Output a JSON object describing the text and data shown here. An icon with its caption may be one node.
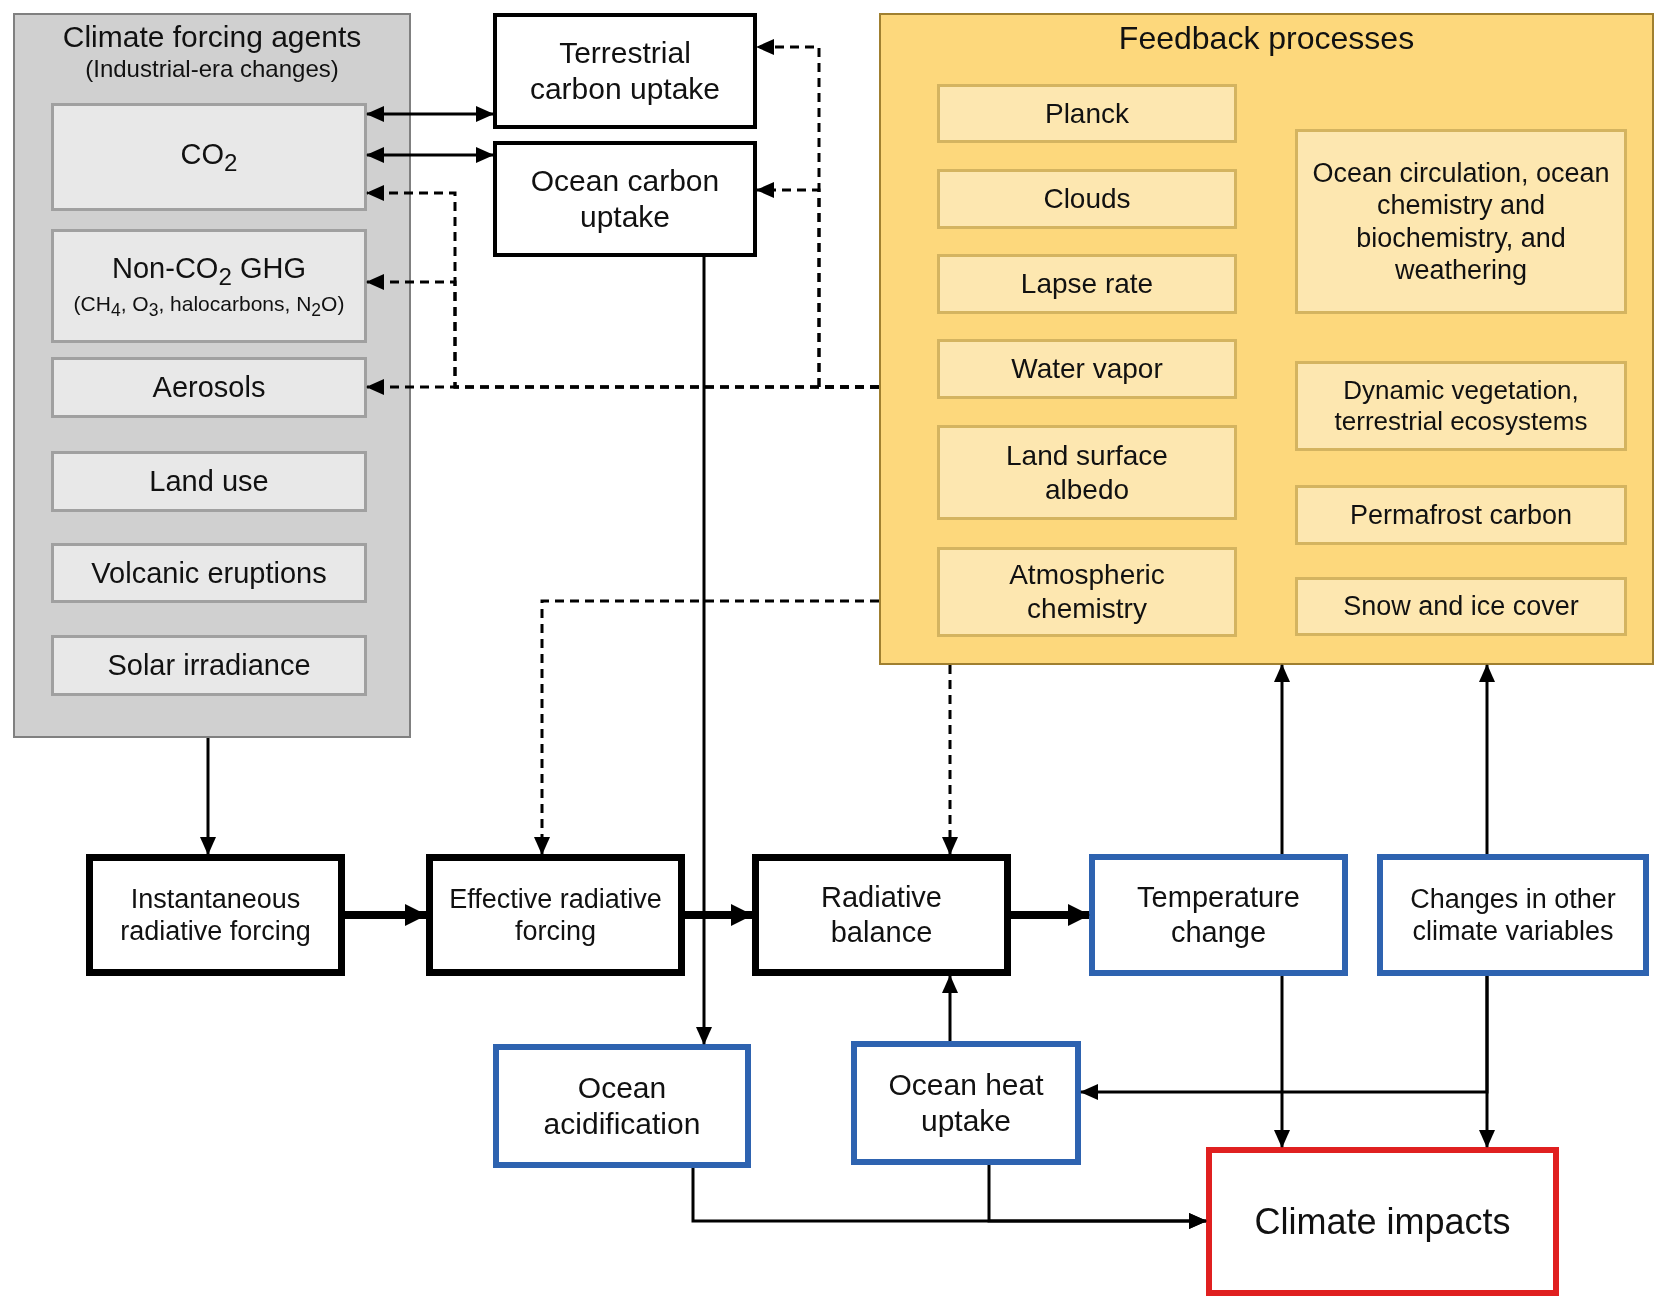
{
  "diagram": {
    "nodes": [
      {
        "text": [
          "Climate forcing agents",
          "(Industrial-era changes)"
        ]
      },
      {
        "text": [
          "CO$_{2}$"
        ],
        "in": 0
      },
      {
        "text": [
          "Non-CO$_{2}$ GHG",
          "(CH$_{4}$, O$_{3}$, halocarbons, N$_{2}$O)"
        ],
        "in": 0
      },
      {
        "text": [
          "Aerosols"
        ],
        "in": 0
      },
      {
        "text": [
          "Land use"
        ],
        "in": 0
      },
      {
        "text": [
          "Volcanic eruptions"
        ],
        "in": 0
      },
      {
        "text": [
          "Solar irradiance"
        ],
        "in": 0
      },
      {
        "text": [
          "Terrestrial carbon uptake"
        ]
      },
      {
        "text": [
          "Ocean carbon uptake"
        ]
      },
      {
        "text": [
          "Feedback processes"
        ]
      },
      {
        "text": [
          "Planck"
        ],
        "in": 9
      },
      {
        "text": [
          "Clouds"
        ],
        "in": 9
      },
      {
        "text": [
          "Lapse rate"
        ],
        "in": 9
      },
      {
        "text": [
          "Water vapor"
        ],
        "in": 9
      },
      {
        "text": [
          "Land surface albedo"
        ],
        "in": 9
      },
      {
        "text": [
          "Atmospheric chemistry"
        ],
        "in": 9
      },
      {
        "text": [
          "Ocean circulation, ocean chemistry and biochemistry, and weathering"
        ],
        "in": 9
      },
      {
        "text": [
          "Dynamic vegetation, terrestrial ecosystems"
        ],
        "in": 9
      },
      {
        "text": [
          "Permafrost carbon"
        ],
        "in": 9
      },
      {
        "text": [
          "Snow and ice cover"
        ],
        "in": 9
      },
      {
        "text": [
          "Instantaneous radiative forcing"
        ]
      },
      {
        "text": [
          "Effective radiative forcing"
        ]
      },
      {
        "text": [
          "Radiative balance"
        ]
      },
      {
        "text": [
          "Temperature change"
        ]
      },
      {
        "text": [
          "Changes in other climate variables"
        ]
      },
      {
        "text": [
          "Ocean acidification"
        ]
      },
      {
        "text": [
          "Ocean heat uptake"
        ]
      },
      {
        "text": [
          "Climate impacts"
        ]
      }
    ],
    "edges": [
      {
        "from": 1,
        "to": 7,
        "arrow": "both"
      },
      {
        "from": 1,
        "to": 8,
        "arrow": "both"
      },
      {
        "from": 9,
        "to": 1,
        "arrow": "to",
        "style": "dashed"
      },
      {
        "from": 9,
        "to": 2,
        "arrow": "to",
        "style": "dashed"
      },
      {
        "from": 9,
        "to": 3,
        "arrow": "to",
        "style": "dashed"
      },
      {
        "from": 9,
        "to": 7,
        "arrow": "to",
        "style": "dashed"
      },
      {
        "from": 9,
        "to": 8,
        "arrow": "to",
        "style": "dashed"
      },
      {
        "from": 9,
        "to": 21,
        "arrow": "to",
        "style": "dashed"
      },
      {
        "from": 9,
        "to": 22,
        "arrow": "to",
        "style": "dashed"
      },
      {
        "from": 0,
        "to": 20,
        "arrow": "to"
      },
      {
        "from": 20,
        "to": 21,
        "arrow": "to",
        "style": "thick"
      },
      {
        "from": 21,
        "to": 22,
        "arrow": "to",
        "style": "thick"
      },
      {
        "from": 22,
        "to": 23,
        "arrow": "to",
        "style": "thick"
      },
      {
        "from": 23,
        "to": 9,
        "arrow": "to"
      },
      {
        "from": 24,
        "to": 9,
        "arrow": "to"
      },
      {
        "from": 8,
        "to": 25,
        "arrow": "to"
      },
      {
        "from": 26,
        "to": 22,
        "arrow": "to"
      },
      {
        "from": 23,
        "to": 27,
        "arrow": "to"
      },
      {
        "from": 24,
        "to": 27,
        "arrow": "to"
      },
      {
        "from": 24,
        "to": 26,
        "arrow": "to"
      },
      {
        "from": 25,
        "to": 27,
        "arrow": "to"
      },
      {
        "from": 26,
        "to": 27,
        "arrow": "to"
      }
    ]
  }
}
